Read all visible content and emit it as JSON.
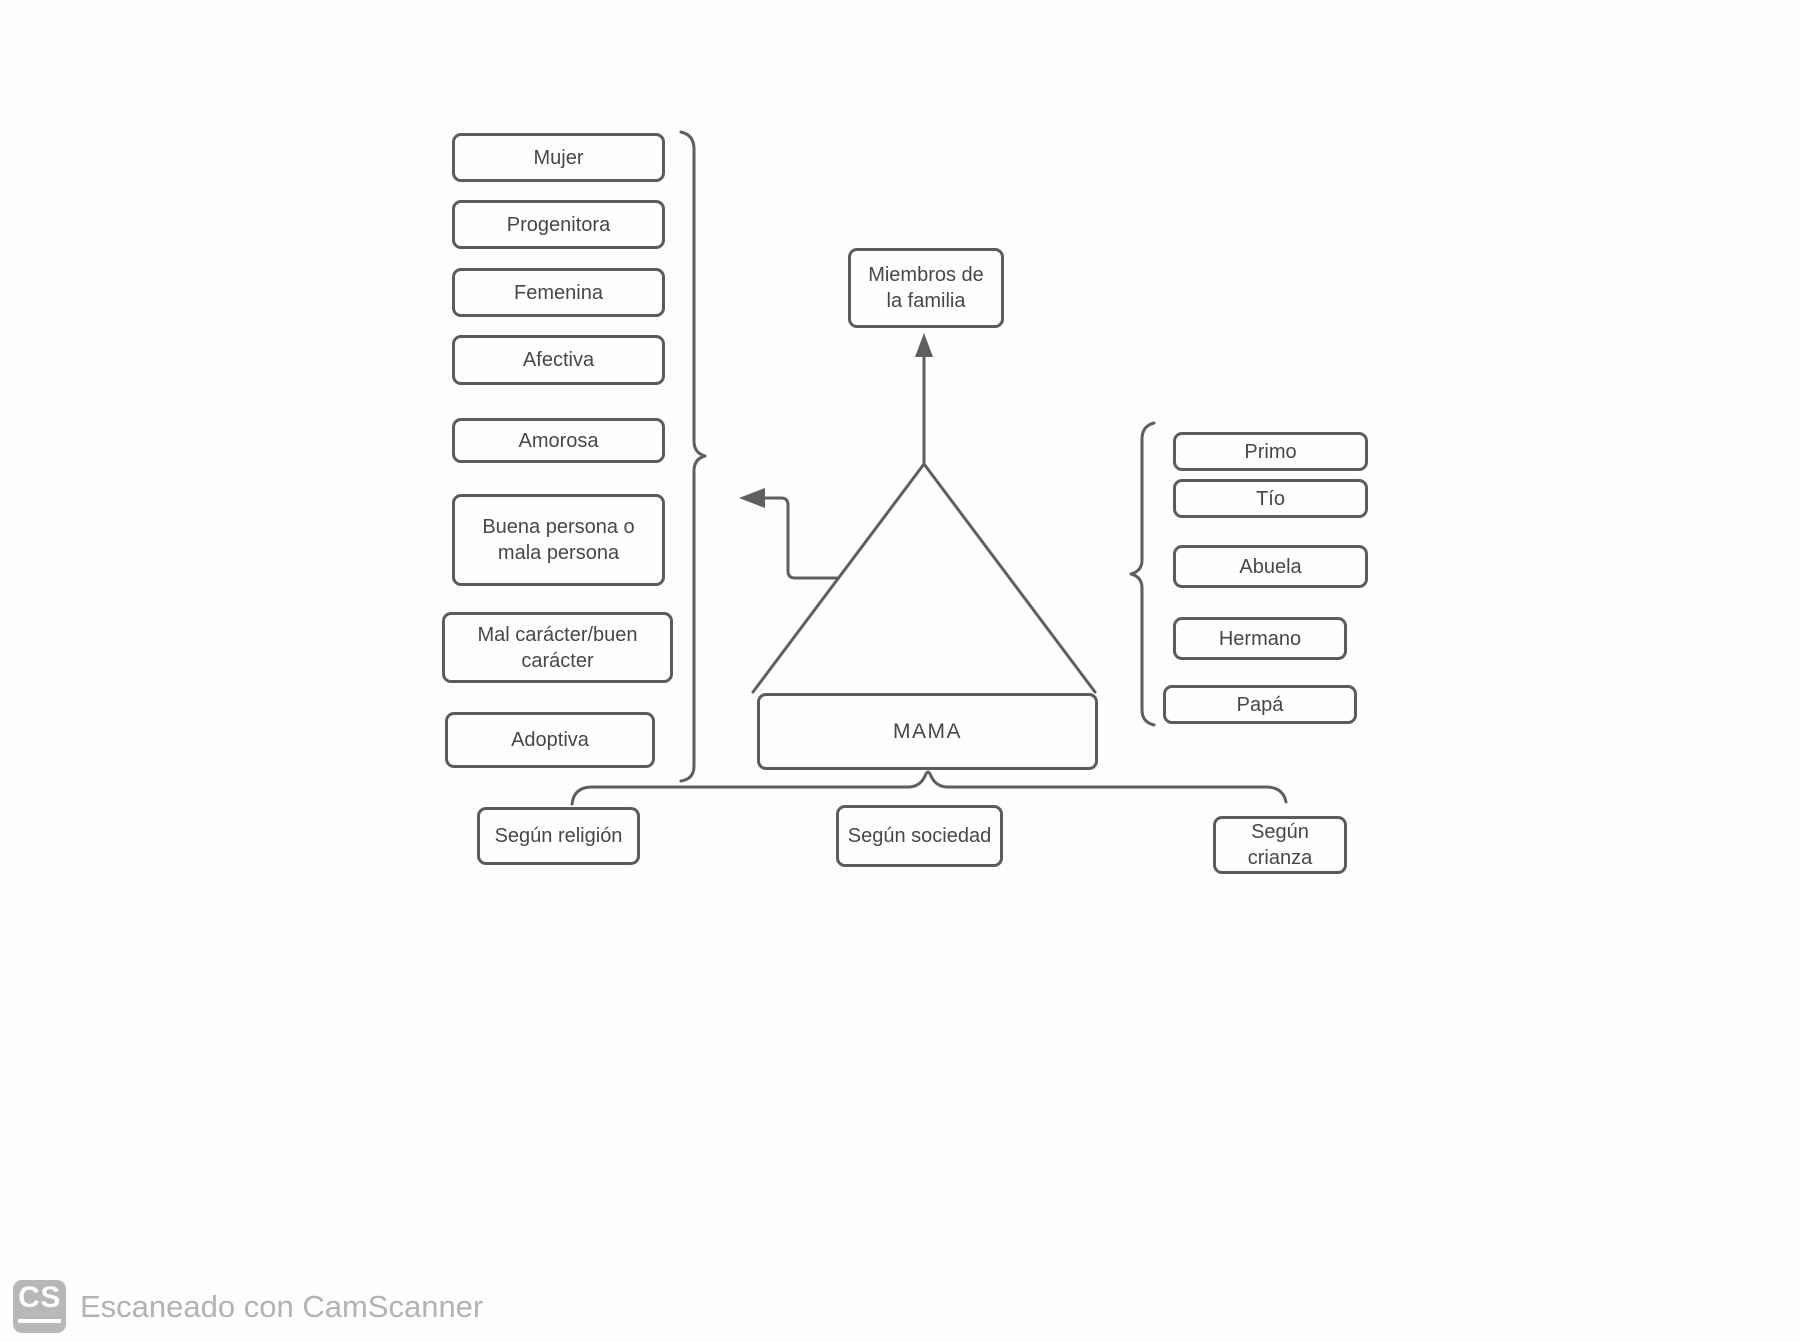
{
  "diagram": {
    "top_box": {
      "label": "Miembros de la familia"
    },
    "mama_box": {
      "label": "MAMA"
    },
    "left_column": {
      "items": [
        {
          "label": "Mujer"
        },
        {
          "label": "Progenitora"
        },
        {
          "label": "Femenina"
        },
        {
          "label": "Afectiva"
        },
        {
          "label": "Amorosa"
        },
        {
          "label": "Buena persona o mala persona"
        },
        {
          "label": "Mal carácter/buen carácter"
        },
        {
          "label": "Adoptiva"
        }
      ]
    },
    "right_column": {
      "items": [
        {
          "label": "Primo"
        },
        {
          "label": "Tío"
        },
        {
          "label": "Abuela"
        },
        {
          "label": "Hermano"
        },
        {
          "label": "Papá"
        }
      ]
    },
    "bottom_row": {
      "items": [
        {
          "label": "Según religión"
        },
        {
          "label": "Según sociedad"
        },
        {
          "label": "Según crianza"
        }
      ]
    },
    "colors": {
      "stroke": "#5f5f5f",
      "box_border": "#5c5c5c",
      "text": "#474747"
    }
  },
  "watermark": {
    "badge_text": "CS",
    "label": "Escaneado con CamScanner",
    "color": "#b3b3b3"
  }
}
